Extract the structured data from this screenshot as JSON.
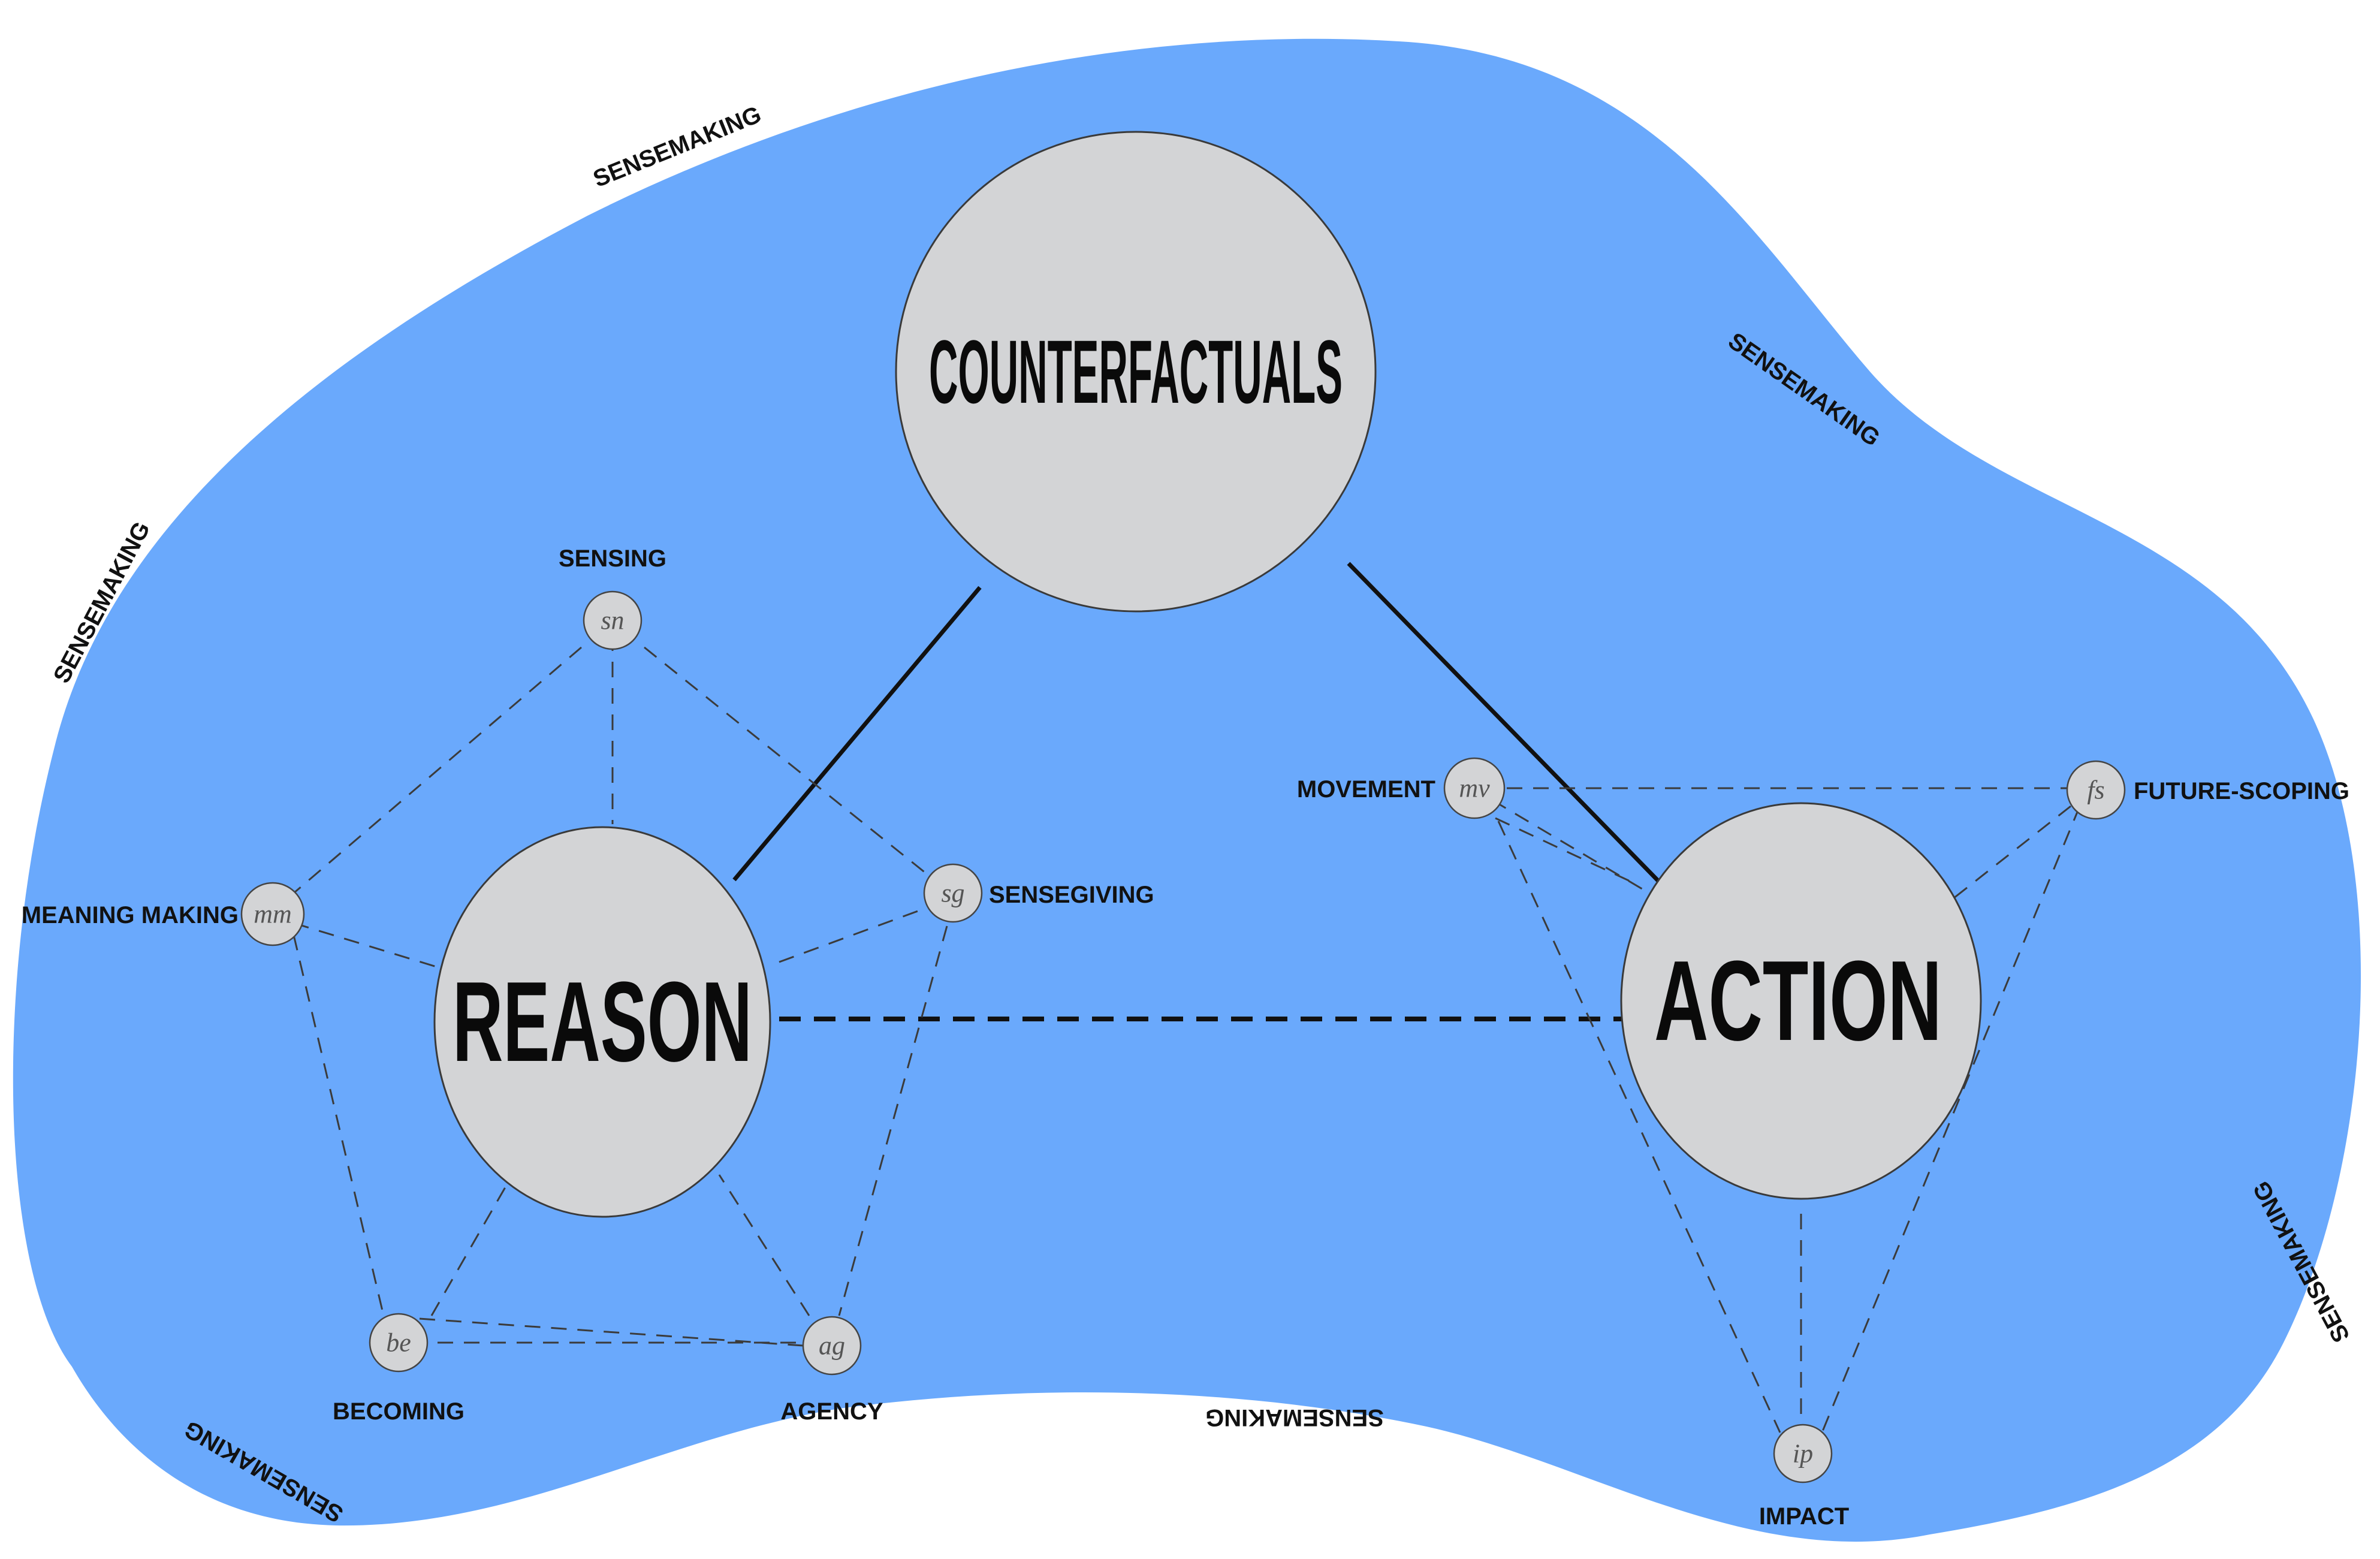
{
  "main_nodes": {
    "counterfactuals": "COUNTERFACTUALS",
    "reason": "REASON",
    "action": "ACTION"
  },
  "reason_subnodes": {
    "sensing": {
      "abbr": "sn",
      "label": "SENSING"
    },
    "sensegiving": {
      "abbr": "sg",
      "label": "SENSEGIVING"
    },
    "meaning_making": {
      "abbr": "mm",
      "label": "MEANING MAKING"
    },
    "becoming": {
      "abbr": "be",
      "label": "BECOMING"
    },
    "agency": {
      "abbr": "ag",
      "label": "AGENCY"
    }
  },
  "action_subnodes": {
    "movement": {
      "abbr": "mv",
      "label": "MOVEMENT"
    },
    "future_scoping": {
      "abbr": "fs",
      "label": "FUTURE-SCOPING"
    },
    "impact": {
      "abbr": "ip",
      "label": "IMPACT"
    }
  },
  "border_label": "SENSEMAKING",
  "colors": {
    "background_region": "#6aa9fc",
    "node_fill": "#d3d4d6"
  }
}
